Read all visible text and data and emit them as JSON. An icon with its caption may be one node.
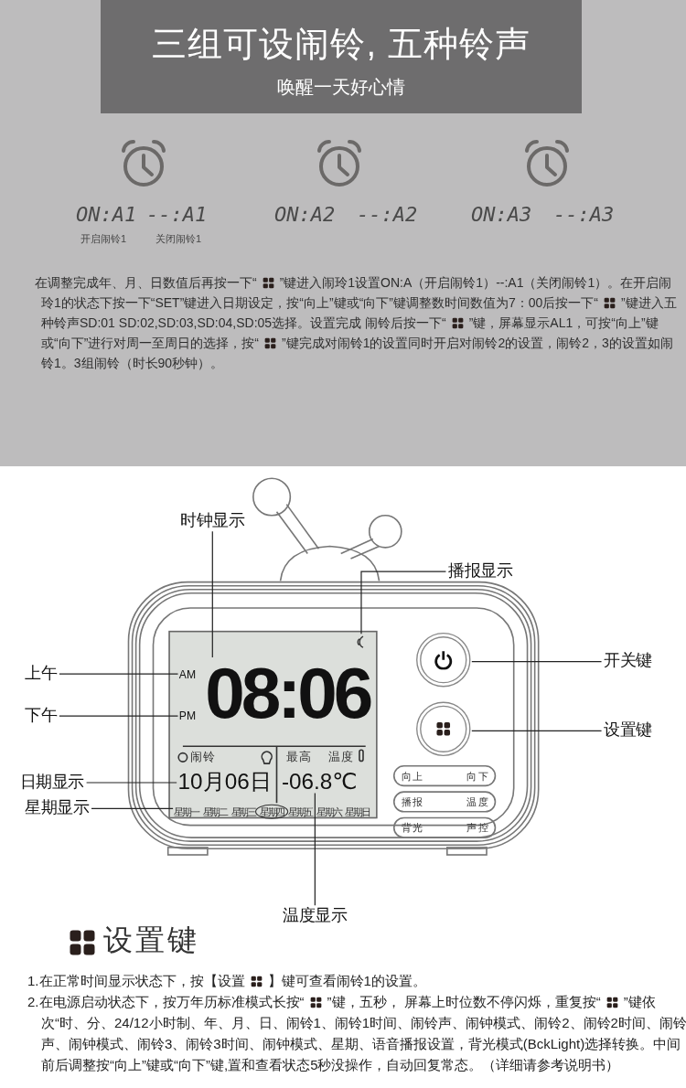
{
  "diagram": {
    "title": "三组可设闹铃, 五种铃声",
    "nodes": [
      {
        "text": [
          "时钟显示"
        ]
      },
      {
        "text": [
          "播报显示"
        ]
      },
      {
        "text": [
          "上午"
        ]
      },
      {
        "text": [
          "AM"
        ]
      },
      {
        "text": [
          "08:06"
        ]
      },
      {
        "text": [],
        "shape": "picture"
      },
      {
        "text": [],
        "shape": "circle"
      },
      {
        "text": [
          "开关键"
        ]
      },
      {
        "text": [
          "下午"
        ]
      },
      {
        "text": [
          "PM"
        ]
      },
      {
        "text": [],
        "shape": "circle"
      },
      {
        "text": [
          "设置键"
        ]
      },
      {
        "text": [
          "日期显示"
        ]
      },
      {
        "text": [
          "10月06日"
        ]
      },
      {
        "text": [
          "-06.8℃"
        ]
      },
      {
        "text": [
          "星期显示"
        ]
      },
      {
        "text": [
          "星期一"
        ]
      },
      {
        "text": [
          "温度显示"
        ]
      }
    ],
    "edges": [
      {
        "from": 0,
        "to": 4,
        "arrow": "none"
      },
      {
        "from": 1,
        "to": 5,
        "arrow": "none"
      },
      {
        "from": 2,
        "to": 3,
        "arrow": "none"
      },
      {
        "from": 7,
        "to": 6,
        "arrow": "none"
      },
      {
        "from": 8,
        "to": 9,
        "arrow": "none"
      },
      {
        "from": 11,
        "to": 10,
        "arrow": "none"
      },
      {
        "from": 12,
        "to": 13,
        "arrow": "none"
      },
      {
        "from": 15,
        "to": 16,
        "arrow": "none"
      },
      {
        "from": 17,
        "to": 14,
        "arrow": "none"
      }
    ],
    "labels": [
      "唤醒一天好心情",
      "ON:A1",
      "--:A1",
      "ON:A2",
      "--:A2",
      "ON:A3",
      "--:A3",
      "开启闹铃1",
      "关闭闹铃1",
      "在调整完成年、月、日数值后再按一下“",
      "”键进入闹玲1设置ON:A（开启闹铃1）--:A1（关闭闹铃1）。在开启闹玲1的状态下按一下“SET”键进入日期设定，按“向上”键或“向下”键调整数时间数值为7：00后按一下“",
      "”键进入五种铃声SD:01 SD:02,SD:03,SD:04,SD:05选择。设置完成 闹铃后按一下“",
      "”键，屏幕显示AL1，可按“向上”键或“向下”进行对周一至周日的选择，按“",
      "”键完成对闹铃1的设置同时开启对闹铃2的设置，闹铃2，3的设置如闹铃1。3组闹铃（时长90秒钟）。",
      "闹铃",
      "最高",
      "温度",
      "星期二",
      "星期三",
      "星期四",
      "星期五",
      "星期六",
      "星期日",
      "向上",
      "向下",
      "播报",
      "温度",
      "背光",
      "声控",
      "设置键",
      "1.在正常时间显示状态下，按【设置",
      "】键可查看闹铃1的设置。",
      "2.在电源启动状态下，按万年历标准模式长按“",
      "”键，五秒， 屏幕上时位数不停闪烁，重复按“",
      "”键依次“时、分、24/12小时制、年、月、日、闹铃1、闹铃1时间、闹铃声、闹钟模式、闹铃2、闹铃2时间、闹铃声、闹钟模式、闹铃3、闹铃3时间、闹钟模式、星期、语音播报设置，背光模式(BckLight)选择转换。中间前后调整按“向上”键或“向下”键,置和查看状态5秒没操作，自动回复常态。（详细请参考说明书）"
    ]
  }
}
